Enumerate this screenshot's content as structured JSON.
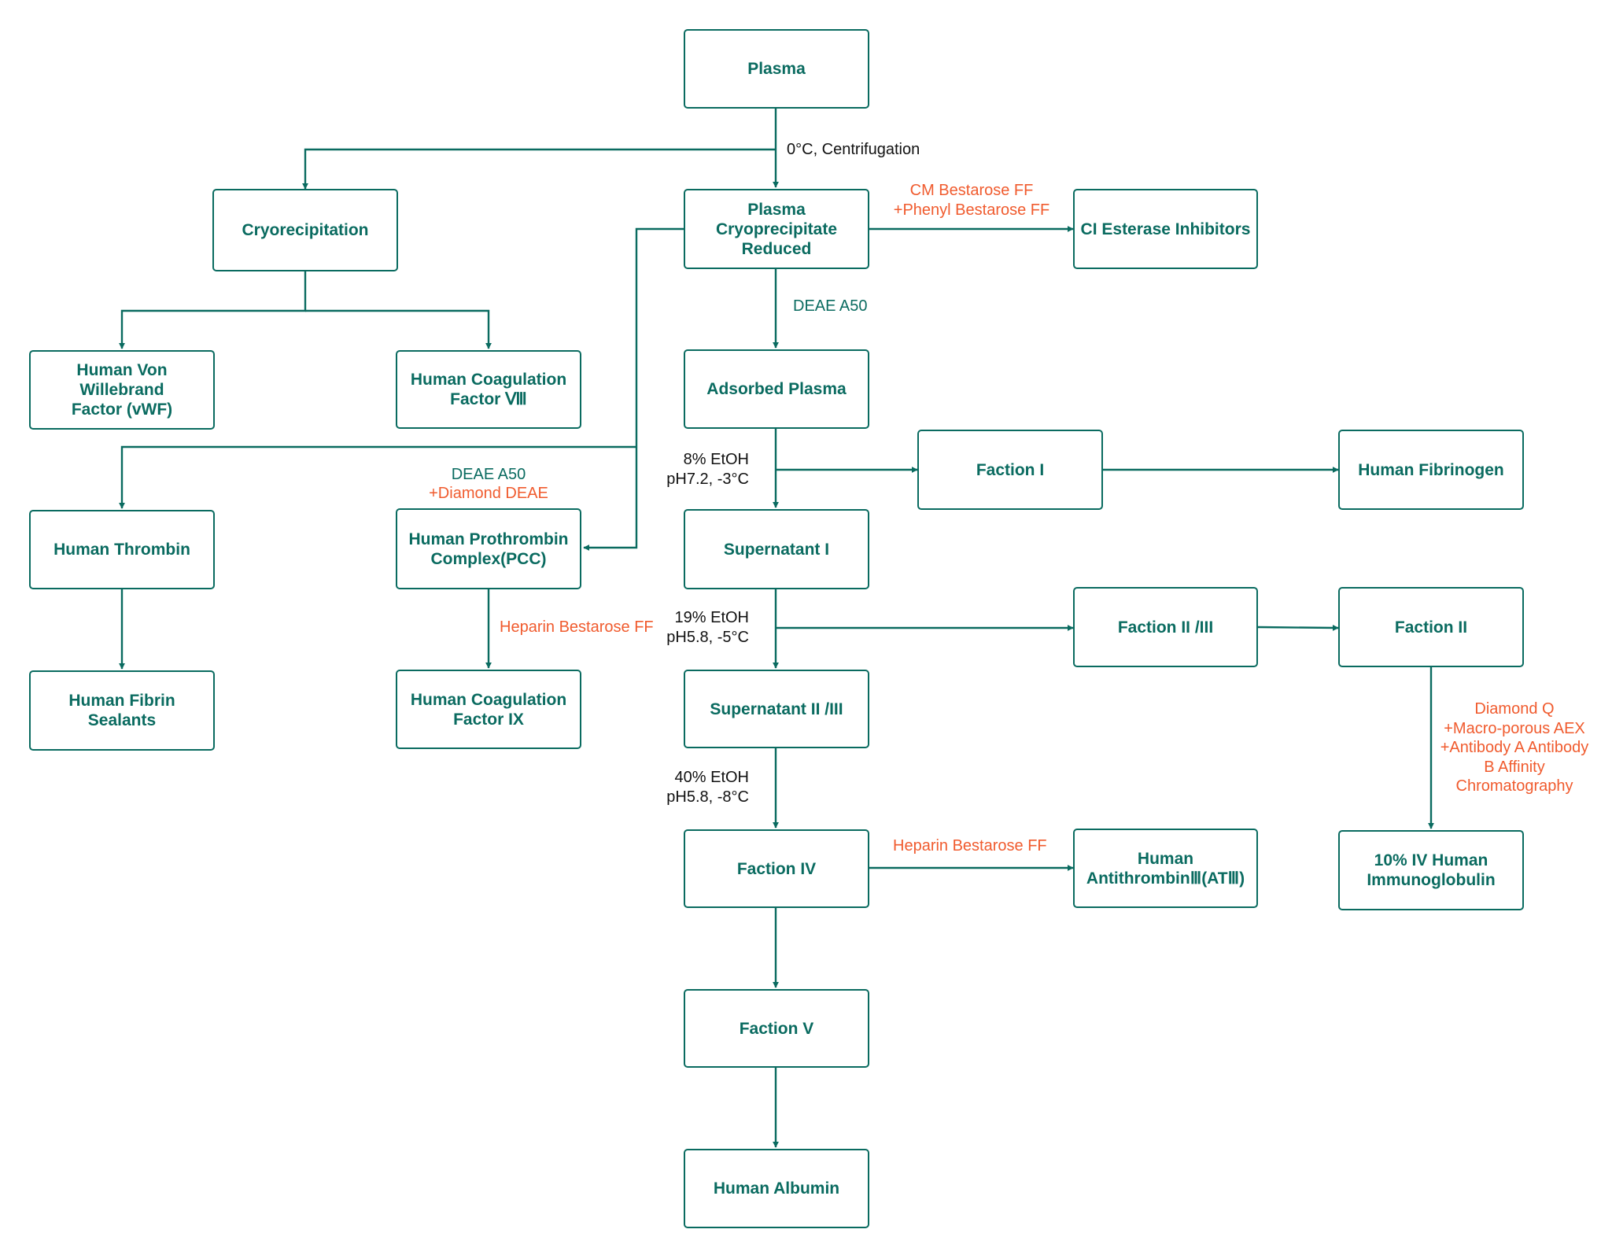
{
  "nodes": {
    "plasma": "Plasma",
    "cryoprecipitation": "Cryorecipitation",
    "plasma_cryo_reduced": "Plasma\nCryoprecipitate\nReduced",
    "c1_esterase": "CI Esterase Inhibitors",
    "vwf": "Human Von\nWillebrand\nFactor (vWF)",
    "factor_viii": "Human Coagulation\nFactor Ⅷ",
    "adsorbed_plasma": "Adsorbed Plasma",
    "thrombin": "Human Thrombin",
    "pcc": "Human Prothrombin\nComplex(PCC)",
    "fraction_i": "Faction  I",
    "fibrinogen": "Human Fibrinogen",
    "supernatant_i": "Supernatant  I",
    "fibrin_sealants": "Human Fibrin\nSealants",
    "factor_ix": "Human Coagulation\nFactor IX",
    "fraction_ii_iii": "Faction  II /III",
    "fraction_ii": "Faction  II",
    "supernatant_ii_iii": "Supernatant  II /III",
    "fraction_iv": "Faction IV",
    "antithrombin": "Human\nAntithrombinⅢ(ATⅢ)",
    "immunoglobulin": "10% IV Human\nImmunoglobulin",
    "fraction_v": "Faction  V",
    "albumin": "Human Albumin"
  },
  "labels": {
    "centrifugation": "0°C, Centrifugation",
    "cm_phenyl": "CM Bestarose FF\n+Phenyl Bestarose FF",
    "deae_a50": "DEAE A50",
    "etoh_8": "8% EtOH\npH7.2, -3°C",
    "pcc_deae": "DEAE A50",
    "pcc_diamond": "+Diamond DEAE",
    "heparin_ix": "Heparin Bestarose FF",
    "etoh_19": "19% EtOH\npH5.8, -5°C",
    "igg_chroma": "Diamond Q\n+Macro-porous AEX\n+Antibody A Antibody\nB Affinity\nChromatography",
    "etoh_40": "40% EtOH\npH5.8, -8°C",
    "heparin_at3": "Heparin Bestarose FF"
  },
  "colors": {
    "teal": "#0a6b60",
    "orange": "#f05b2e",
    "black": "#111111"
  }
}
